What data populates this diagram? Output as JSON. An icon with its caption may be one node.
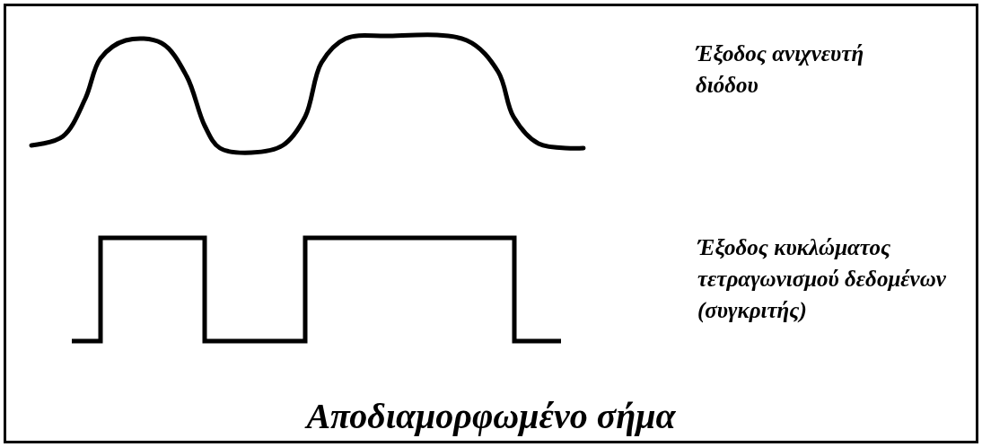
{
  "diagram": {
    "caption": "Αποδιαμορφωμένο σήμα",
    "labels": [
      "Έξοδος ανιχνευτή διόδου",
      "Έξοδος κυκλώματος τετραγωνισμού δεδομένων (συγκριτής)"
    ]
  }
}
